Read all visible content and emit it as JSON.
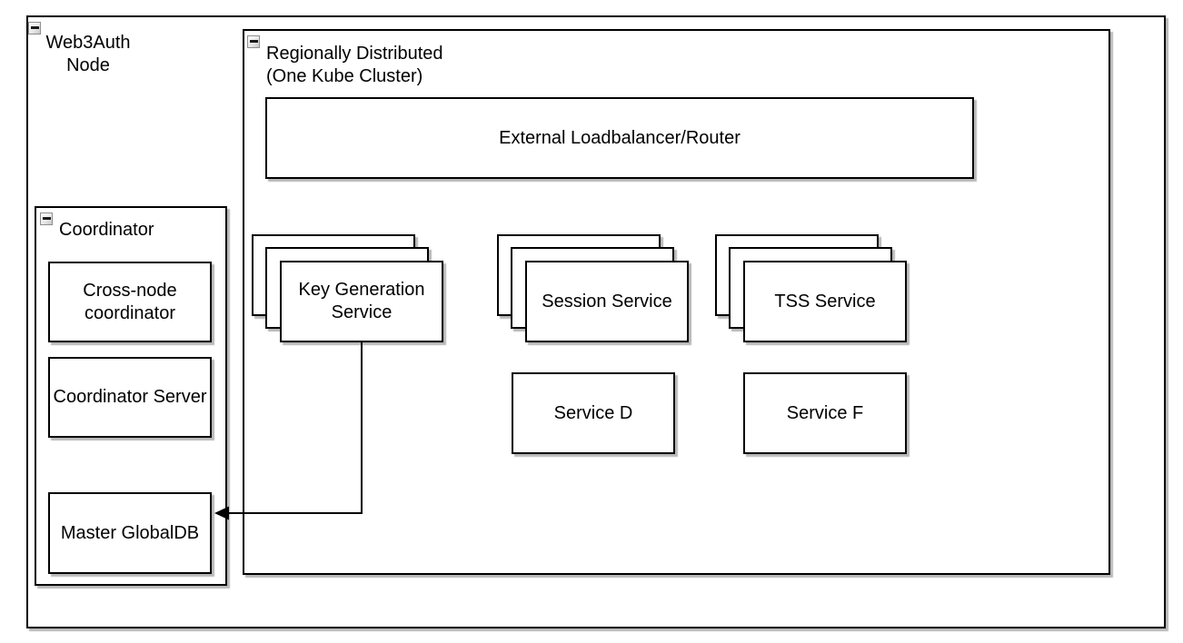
{
  "diagram": {
    "type": "architecture-diagram",
    "colors": {
      "stroke": "#000000",
      "fill": "#ffffff",
      "text": "#000000",
      "shadow": "#b5b5b5",
      "collapse_border": "#8f8f8f"
    },
    "icons": {
      "collapse": "minus-box-icon"
    },
    "containers": {
      "web3auth": {
        "label": "Web3Auth\nNode"
      },
      "regional": {
        "label": "Regionally Distributed\n(One Kube Cluster)"
      },
      "coordinator": {
        "label": "Coordinator"
      }
    },
    "nodes": {
      "external_lb": {
        "label": "External Loadbalancer/Router"
      },
      "key_generation": {
        "label": "Key Generation\nService",
        "replicas": 3
      },
      "session_service": {
        "label": "Session Service",
        "replicas": 3
      },
      "tss_service": {
        "label": "TSS Service",
        "replicas": 3
      },
      "service_d": {
        "label": "Service D"
      },
      "service_f": {
        "label": "Service F"
      },
      "cross_node": {
        "label": "Cross-node\ncoordinator"
      },
      "coordinator_server": {
        "label": "Coordinator Server"
      },
      "master_globaldb": {
        "label": "Master GlobalDB"
      }
    },
    "edges": [
      {
        "from": "Key Generation Service",
        "to": "Master GlobalDB",
        "style": "orthogonal",
        "arrow": "classic-left"
      }
    ]
  }
}
